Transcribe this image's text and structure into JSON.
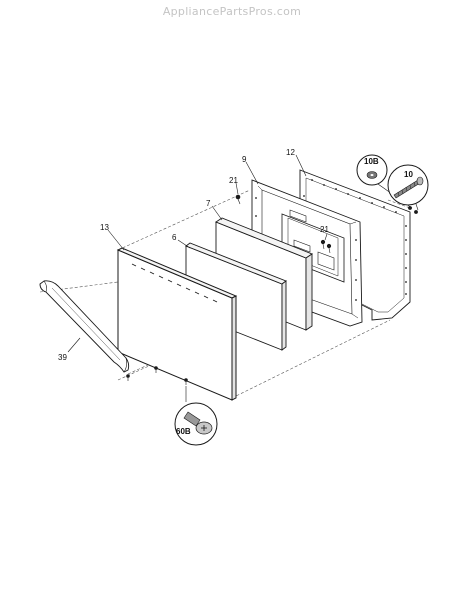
{
  "watermark": "AppliancePartsPros.com",
  "parts": {
    "p9": "9",
    "p12": "12",
    "p10B": "10B",
    "p10": "10",
    "p21a": "21",
    "p21b": "21",
    "p7": "7",
    "p6": "6",
    "p13": "13",
    "p39": "39",
    "p60B": "60B"
  },
  "colors": {
    "line": "#1a1a1a",
    "dash": "#555555",
    "watermark": "#c4c4c4"
  }
}
